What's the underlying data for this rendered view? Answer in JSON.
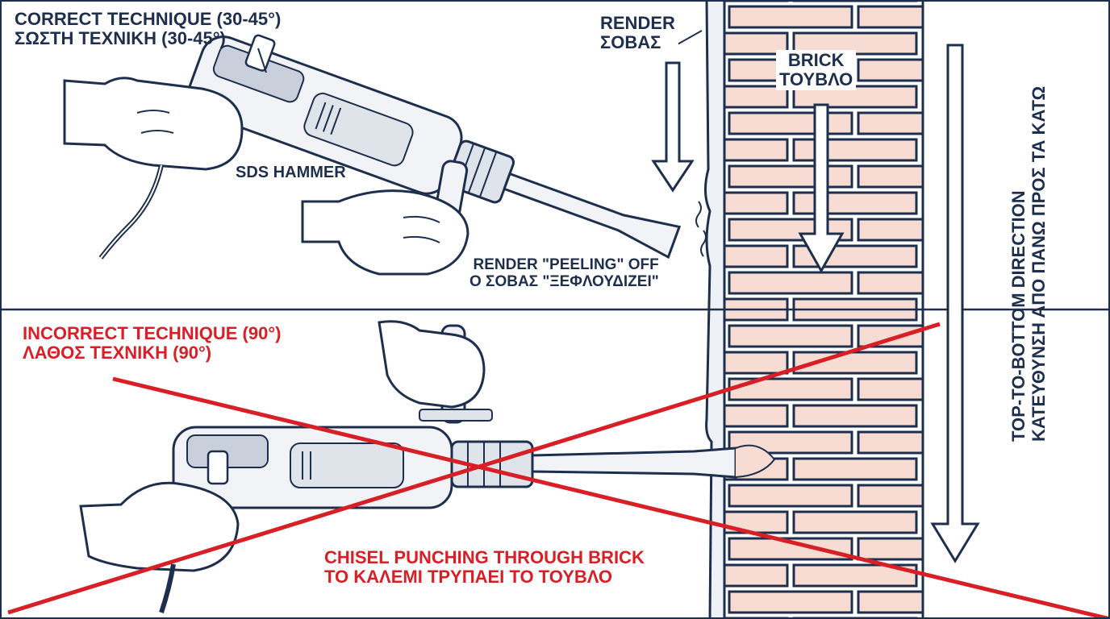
{
  "correct": {
    "title_en": "CORRECT TECHNIQUE (30-45°)",
    "title_el": "ΣΩΣΤΗ ΤΕΧΝΙΚΗ (30-45°)"
  },
  "tool_label": "SDS HAMMER",
  "render": {
    "en": "RENDER",
    "el": "ΣΟΒΑΣ"
  },
  "brick": {
    "en": "BRICK",
    "el": "ΤΟΥΒΛΟ"
  },
  "peeling": {
    "en": "RENDER \"PEELING\" OFF",
    "el": "Ο ΣΟΒΑΣ \"ΞΕΦΛΟΥΔΙΖΕΙ\""
  },
  "incorrect": {
    "title_en": "INCORRECT TECHNIQUE (90°)",
    "title_el": "ΛΑΘΟΣ ΤΕΧΝΙΚΗ (90°)"
  },
  "punch": {
    "en": "CHISEL PUNCHING THROUGH BRICK",
    "el": "ΤΟ ΚΑΛΕΜΙ ΤΡΥΠΑΕΙ ΤΟ ΤΟΥΒΛΟ"
  },
  "direction": {
    "en": "TOP-TO-BOTTOM DIRECTION",
    "el": "ΚΑΤΕΥΘΥΝΣΗ ΑΠΟ ΠΑΝΩ ΠΡΟΣ ΤΑ ΚΑΤΩ"
  },
  "colors": {
    "ink": "#1e2f4d",
    "correct": "#1e2f4d",
    "incorrect": "#d81f26",
    "brick_fill": "#f6dcd2",
    "brick_line": "#1e2f4d",
    "tool_fill": "#f1f3f6",
    "tool_shade": "#c9d0db"
  }
}
